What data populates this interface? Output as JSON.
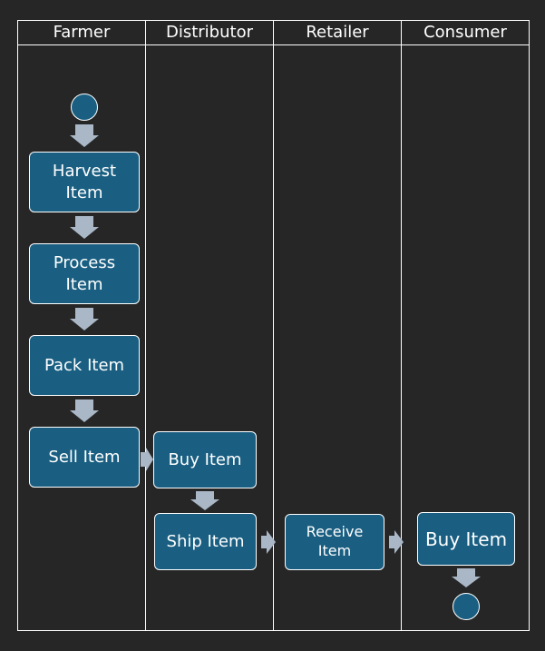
{
  "lanes": [
    "Farmer",
    "Distributor",
    "Retailer",
    "Consumer"
  ],
  "steps": {
    "harvest": "Harvest Item",
    "process": "Process Item",
    "pack": "Pack Item",
    "sell": "Sell Item",
    "buy_distributor": "Buy Item",
    "ship": "Ship Item",
    "receive": "Receive Item",
    "buy_consumer": "Buy Item"
  },
  "colors": {
    "background": "#262626",
    "box_fill": "#1a5f82",
    "box_border": "#ffffff",
    "lane_lines": "#ffffff",
    "arrow": "#a9b7c6"
  },
  "diagram_type": "swimlane flowchart"
}
